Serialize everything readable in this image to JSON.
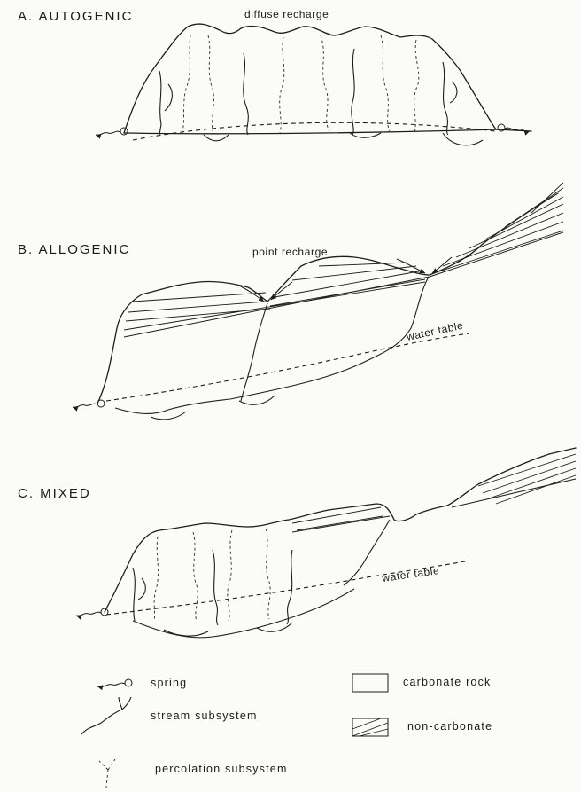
{
  "panels": [
    {
      "id": "A",
      "title": "A. AUTOGENIC",
      "annotations": [
        "diffuse recharge"
      ]
    },
    {
      "id": "B",
      "title": "B. ALLOGENIC",
      "annotations": [
        "point recharge",
        "water table"
      ]
    },
    {
      "id": "C",
      "title": "C. MIXED",
      "annotations": [
        "water table"
      ]
    }
  ],
  "legend": {
    "spring": "spring",
    "stream_subsystem": "stream subsystem",
    "percolation_subsystem": "percolation subsystem",
    "carbonate_rock": "carbonate rock",
    "non_carbonate": "non-carbonate"
  }
}
